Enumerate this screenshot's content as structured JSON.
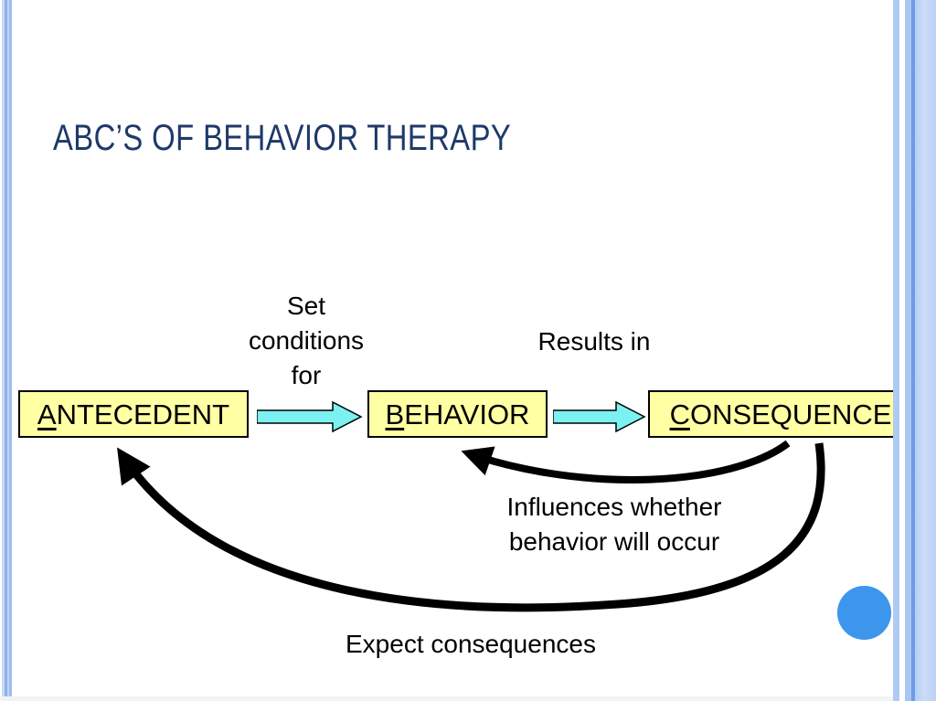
{
  "slide": {
    "title": "ABC’S OF BEHAVIOR THERAPY"
  },
  "diagram": {
    "boxes": [
      {
        "label": "ANTECEDENT",
        "first_letter": "A",
        "rest": "NTECEDENT"
      },
      {
        "label": "BEHAVIOR",
        "first_letter": "B",
        "rest": "EHAVIOR"
      },
      {
        "label": "CONSEQUENCE",
        "first_letter": "C",
        "rest": "ONSEQUENCE"
      }
    ],
    "flow_labels": [
      {
        "text": "Set conditions for"
      },
      {
        "text": "Results in"
      }
    ],
    "feedback_labels": [
      {
        "text": "Influences whether behavior will occur"
      },
      {
        "text": "Expect consequences"
      }
    ]
  },
  "colors": {
    "title_text": "#1F3969",
    "box_fill": "#FFFFA3",
    "box_border": "#000000",
    "arrow_fill": "#7BF1F1",
    "arrow_outline": "#000000",
    "curve": "#000000",
    "accent_circle": "#3E95EC",
    "stripe_light": "#AFCAF3",
    "stripe_dark": "#6D9CE8"
  }
}
